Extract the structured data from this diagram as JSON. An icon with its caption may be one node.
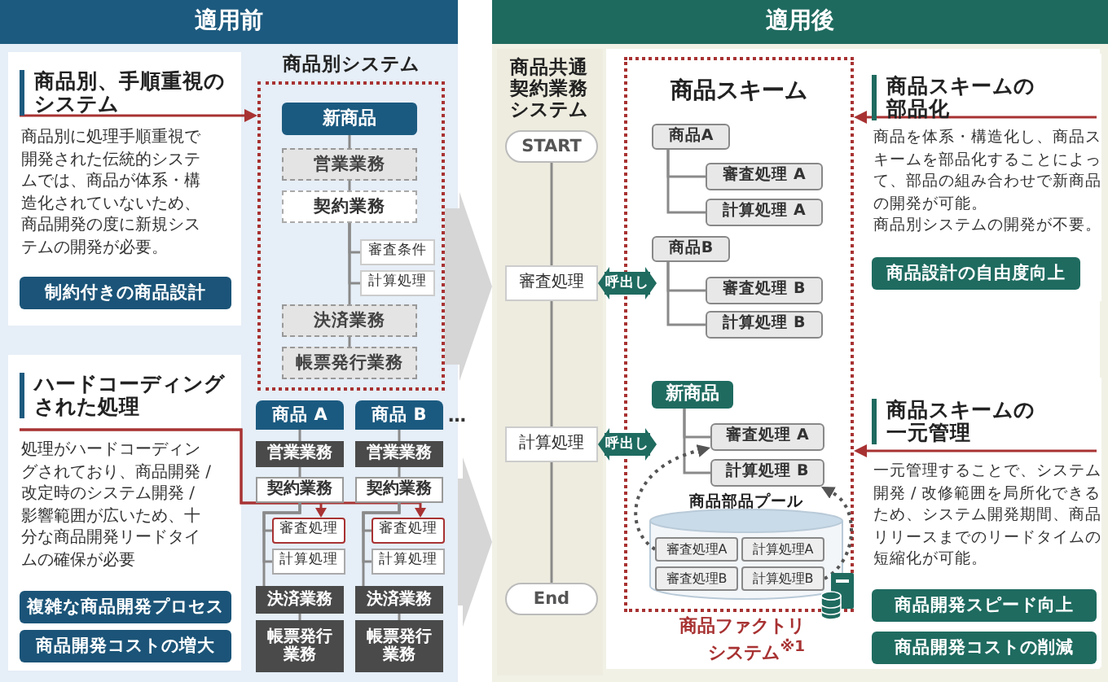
{
  "diagram": {
    "nodes": [
      {
        "text": [
          "適用前"
        ]
      },
      {
        "text": [
          "商品別、手順重視のシステム",
          "商品別に処理手順重視で開発された伝統的システムでは、商品が体系・構造化されていないため、商品開発の度に新規システムの開発が必要。"
        ],
        "in": 0
      },
      {
        "text": [
          "制約付きの商品設計"
        ],
        "in": 1
      },
      {
        "text": [
          "ハードコーディングされた処理",
          "処理がハードコーディングされており、商品開発 / 改定時のシステム開発 / 影響範囲が広いため、十分な商品開発リードタイムの確保が必要"
        ],
        "in": 0
      },
      {
        "text": [
          "複雑な商品開発プロセス"
        ],
        "in": 3
      },
      {
        "text": [
          "商品開発コストの増大"
        ],
        "in": 3
      },
      {
        "text": [
          "商品別システム"
        ],
        "in": 0
      },
      {
        "text": [
          "新商品"
        ],
        "in": 6
      },
      {
        "text": [
          "営業業務"
        ],
        "in": 6
      },
      {
        "text": [
          "契約業務"
        ],
        "in": 6
      },
      {
        "text": [
          "審査条件"
        ],
        "in": 6
      },
      {
        "text": [
          "計算処理"
        ],
        "in": 6
      },
      {
        "text": [
          "決済業務"
        ],
        "in": 6
      },
      {
        "text": [
          "帳票発行業務"
        ],
        "in": 6
      },
      {
        "text": [
          "商品 A"
        ],
        "in": 0
      },
      {
        "text": [
          "営業業務"
        ],
        "in": 0
      },
      {
        "text": [
          "契約業務"
        ],
        "in": 0
      },
      {
        "text": [
          "審査処理"
        ],
        "in": 0
      },
      {
        "text": [
          "計算処理"
        ],
        "in": 0
      },
      {
        "text": [
          "決済業務"
        ],
        "in": 0
      },
      {
        "text": [
          "帳票発行業務"
        ],
        "in": 0
      },
      {
        "text": [
          "商品 B"
        ],
        "in": 0
      },
      {
        "text": [
          "営業業務"
        ],
        "in": 0
      },
      {
        "text": [
          "契約業務"
        ],
        "in": 0
      },
      {
        "text": [
          "審査処理"
        ],
        "in": 0
      },
      {
        "text": [
          "計算処理"
        ],
        "in": 0
      },
      {
        "text": [
          "決済業務"
        ],
        "in": 0
      },
      {
        "text": [
          "帳票発行業務"
        ],
        "in": 0
      },
      {
        "text": [
          "適用後"
        ]
      },
      {
        "text": [
          "商品共通契約業務システム"
        ],
        "in": 28
      },
      {
        "text": [
          "START"
        ],
        "in": 29
      },
      {
        "text": [
          "審査処理"
        ],
        "in": 29
      },
      {
        "text": [
          "計算処理"
        ],
        "in": 29
      },
      {
        "text": [
          "End"
        ],
        "in": 29
      },
      {
        "text": [
          "商品スキーム",
          "商品ファクトリシステム$^{※1}$"
        ],
        "in": 28
      },
      {
        "text": [
          "商品A"
        ],
        "in": 34
      },
      {
        "text": [
          "審査処理 A"
        ],
        "in": 34
      },
      {
        "text": [
          "計算処理 A"
        ],
        "in": 34
      },
      {
        "text": [
          "商品B"
        ],
        "in": 34
      },
      {
        "text": [
          "審査処理 B"
        ],
        "in": 34
      },
      {
        "text": [
          "計算処理 B"
        ],
        "in": 34
      },
      {
        "text": [
          "新商品"
        ],
        "in": 34
      },
      {
        "text": [
          "審査処理 A"
        ],
        "in": 34
      },
      {
        "text": [
          "計算処理 B"
        ],
        "in": 34
      },
      {
        "text": [
          "商品部品プール"
        ],
        "in": 34
      },
      {
        "text": [
          "審査処理A"
        ],
        "in": 44
      },
      {
        "text": [
          "計算処理A"
        ],
        "in": 44
      },
      {
        "text": [
          "審査処理B"
        ],
        "in": 44
      },
      {
        "text": [
          "計算処理B"
        ],
        "in": 44
      },
      {
        "text": [
          "商品スキームの部品化",
          "商品を体系・構造化し、商品スキームを部品化することによって、部品の組み合わせで新商品の開発が可能。",
          "商品別システムの開発が不要。"
        ],
        "in": 28
      },
      {
        "text": [
          "商品設計の自由度向上"
        ],
        "in": 49
      },
      {
        "text": [
          "商品スキームの一元管理",
          "一元管理することで、システム開発 / 改修範囲を局所化できるため、システム開発期間、商品リリースまでのリードタイムの短縮化が可能。"
        ],
        "in": 28
      },
      {
        "text": [
          "商品開発スピード向上"
        ],
        "in": 51
      },
      {
        "text": [
          "商品開発コストの削減"
        ],
        "in": 51
      }
    ],
    "edges": [
      {
        "from": 1,
        "to": 6,
        "arrow": "to",
        "color": "#a83232"
      },
      {
        "from": 3,
        "to": 17,
        "arrow": "to",
        "color": "#a83232"
      },
      {
        "from": 3,
        "to": 24,
        "arrow": "to",
        "color": "#a83232"
      },
      {
        "from": 6,
        "to": 28,
        "arrow": "to",
        "style": "thick",
        "color": "#d6d6d6"
      },
      {
        "from": 0,
        "to": 28,
        "arrow": "to",
        "style": "thick",
        "color": "#d6d6d6"
      },
      {
        "from": 7,
        "to": 8,
        "arrow": "none"
      },
      {
        "from": 8,
        "to": 9,
        "arrow": "none"
      },
      {
        "from": 9,
        "to": 10,
        "arrow": "none"
      },
      {
        "from": 9,
        "to": 11,
        "arrow": "none"
      },
      {
        "from": 9,
        "to": 12,
        "arrow": "none"
      },
      {
        "from": 12,
        "to": 13,
        "arrow": "none"
      },
      {
        "from": 14,
        "to": 15,
        "arrow": "none"
      },
      {
        "from": 15,
        "to": 16,
        "arrow": "none"
      },
      {
        "from": 16,
        "to": 17,
        "arrow": "none"
      },
      {
        "from": 16,
        "to": 18,
        "arrow": "none"
      },
      {
        "from": 16,
        "to": 19,
        "arrow": "none"
      },
      {
        "from": 19,
        "to": 20,
        "arrow": "none"
      },
      {
        "from": 21,
        "to": 22,
        "arrow": "none"
      },
      {
        "from": 22,
        "to": 23,
        "arrow": "none"
      },
      {
        "from": 23,
        "to": 24,
        "arrow": "none"
      },
      {
        "from": 23,
        "to": 25,
        "arrow": "none"
      },
      {
        "from": 23,
        "to": 26,
        "arrow": "none"
      },
      {
        "from": 26,
        "to": 27,
        "arrow": "none"
      },
      {
        "from": 30,
        "to": 31,
        "arrow": "none"
      },
      {
        "from": 31,
        "to": 32,
        "arrow": "none"
      },
      {
        "from": 32,
        "to": 33,
        "arrow": "none"
      },
      {
        "from": 31,
        "to": 34,
        "arrow": "both",
        "label": "呼出し",
        "style": "thick",
        "color": "#1f6b60"
      },
      {
        "from": 32,
        "to": 34,
        "arrow": "both",
        "label": "呼出し",
        "style": "thick",
        "color": "#1f6b60"
      },
      {
        "from": 35,
        "to": 36,
        "arrow": "none"
      },
      {
        "from": 35,
        "to": 37,
        "arrow": "none"
      },
      {
        "from": 38,
        "to": 39,
        "arrow": "none"
      },
      {
        "from": 38,
        "to": 40,
        "arrow": "none"
      },
      {
        "from": 41,
        "to": 42,
        "arrow": "none"
      },
      {
        "from": 41,
        "to": 43,
        "arrow": "none"
      },
      {
        "from": 45,
        "to": 42,
        "arrow": "to",
        "style": "dashed",
        "color": "#555555"
      },
      {
        "from": 48,
        "to": 43,
        "arrow": "to",
        "style": "dashed",
        "color": "#555555"
      },
      {
        "from": 49,
        "to": 34,
        "arrow": "to",
        "color": "#a83232"
      },
      {
        "from": 51,
        "to": 34,
        "arrow": "to",
        "color": "#a83232"
      }
    ],
    "labels": [
      "…"
    ]
  }
}
